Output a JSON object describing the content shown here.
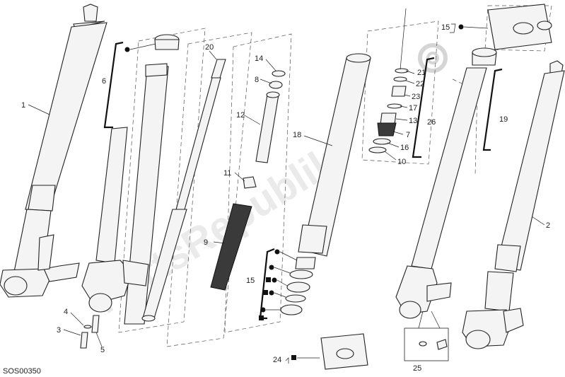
{
  "diagram": {
    "code": "SOS00350",
    "watermark": "PartsRepublik",
    "callouts": [
      "1",
      "2",
      "3",
      "4",
      "5",
      "6",
      "7",
      "8",
      "9",
      "10",
      "11",
      "12",
      "13",
      "14",
      "15",
      "15",
      "16",
      "17",
      "18",
      "19",
      "20",
      "21",
      "22",
      "23",
      "24",
      "25",
      "26"
    ]
  }
}
